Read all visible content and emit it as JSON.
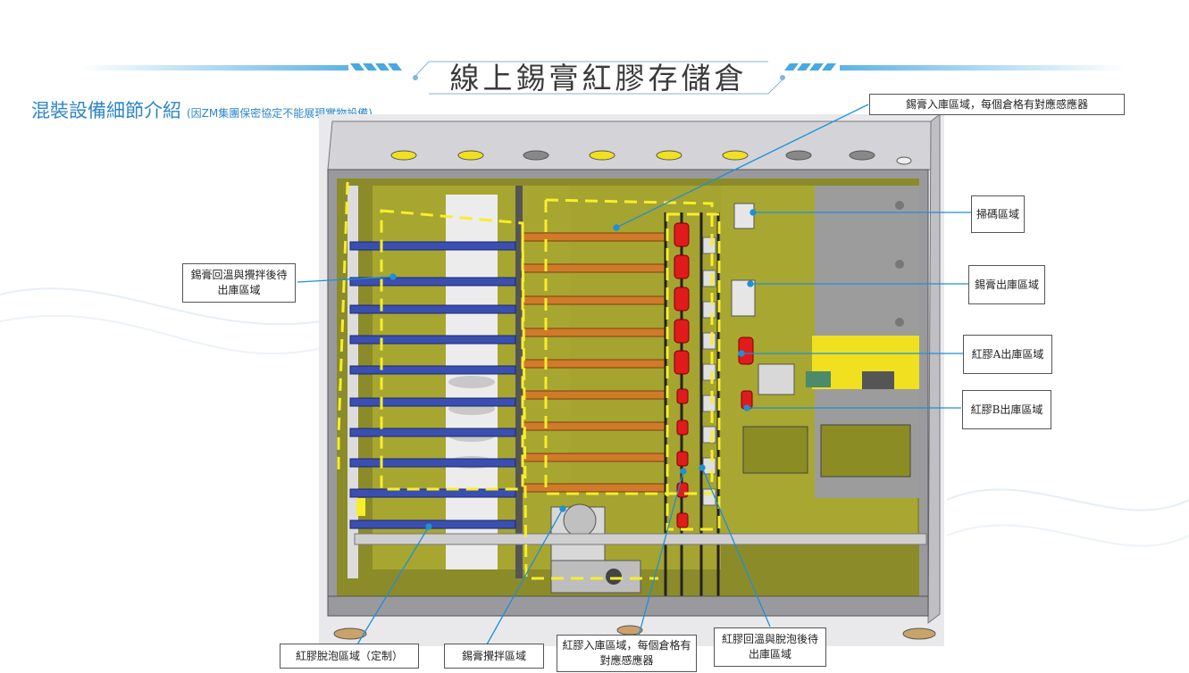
{
  "title": "線上錫膏紅膠存儲倉",
  "subtitle": "混裝設備細節介紹",
  "subtitle_note": "(因ZM集團保密協定不能展現實物設備)",
  "colors": {
    "accent": "#2f86c8",
    "leader": "#1f8fd6",
    "olive": "#a7a631",
    "highlight_box": "#f2e83a",
    "shelf_blue": "#3b4fb0",
    "shelf_orange": "#d07a2a",
    "cartridge_red": "#e01b1b"
  },
  "callouts": {
    "solder_in": "錫膏入庫區域，每個倉格有對應感應器",
    "scan": "掃碼區域",
    "solder_warm": "錫膏回溫與攪拌後待出庫區域",
    "solder_out": "錫膏出庫區域",
    "glue_a_out": "紅膠A出庫區域",
    "glue_b_out": "紅膠B出庫區域",
    "glue_defoam": "紅膠脫泡區域（定制）",
    "solder_mix": "錫膏攪拌區域",
    "glue_in": "紅膠入庫區域，每個倉格有對應感應器",
    "glue_warm": "紅膠回溫與脫泡後待出庫區域"
  }
}
